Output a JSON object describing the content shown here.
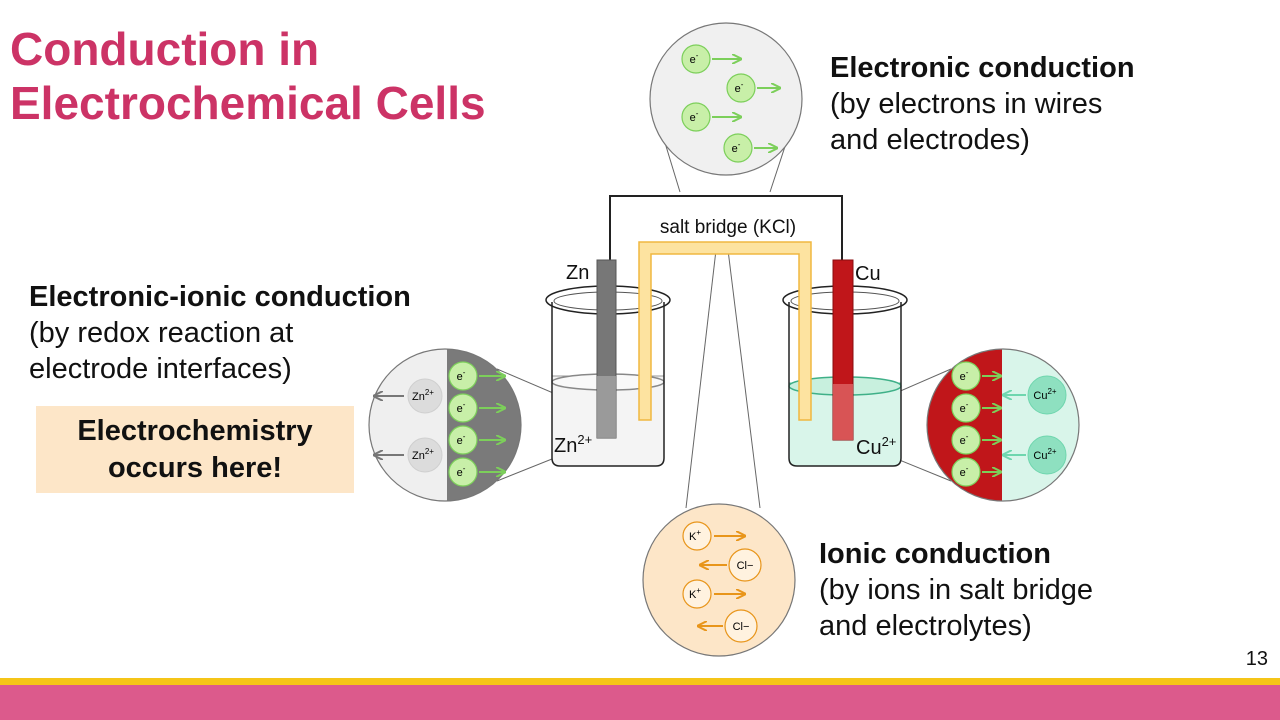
{
  "slide": {
    "title_line1": "Conduction in",
    "title_line2": "Electrochemical Cells",
    "page_number": "13"
  },
  "electronic": {
    "heading": "Electronic conduction",
    "line1": "(by electrons in wires",
    "line2": "and electrodes)"
  },
  "electronic_ionic": {
    "heading": "Electronic-ionic conduction",
    "line1": "(by redox reaction at",
    "line2": "electrode interfaces)"
  },
  "callout": {
    "line1": "Electrochemistry",
    "line2": "occurs here!"
  },
  "ionic": {
    "heading": "Ionic conduction",
    "line1": "(by ions in salt bridge",
    "line2": "and electrolytes)"
  },
  "cell": {
    "salt_bridge_label": "salt bridge (KCl)",
    "anode_label": "Zn",
    "cathode_label": "Cu",
    "anode_ion_base": "Zn",
    "anode_ion_sup": "2+",
    "cathode_ion_base": "Cu",
    "cathode_ion_sup": "2+"
  },
  "particles": {
    "electron_base": "e",
    "electron_sup": "-",
    "zinc_ion_base": "Zn",
    "zinc_ion_sup": "2+",
    "copper_ion_base": "Cu",
    "copper_ion_sup": "2+",
    "potassium_base": "K",
    "potassium_sup": "+",
    "chloride_label": "Cl−"
  },
  "colors": {
    "title": "#cc3366",
    "electron_fill": "#c8efa8",
    "electron_stroke": "#7ccf5a",
    "zinc_electrode": "#777777",
    "copper_electrode": "#c0161a",
    "cu_solution": "#d9f5ea",
    "salt_bridge": "#fde3a0",
    "salt_bridge_stroke": "#f0b840",
    "ionic_bg": "#fde6c8",
    "ion_arrow": "#e8951a",
    "callout_bg": "#fde6c8",
    "footer": "#dc5a8c",
    "footer_stripe": "#f5c518"
  }
}
